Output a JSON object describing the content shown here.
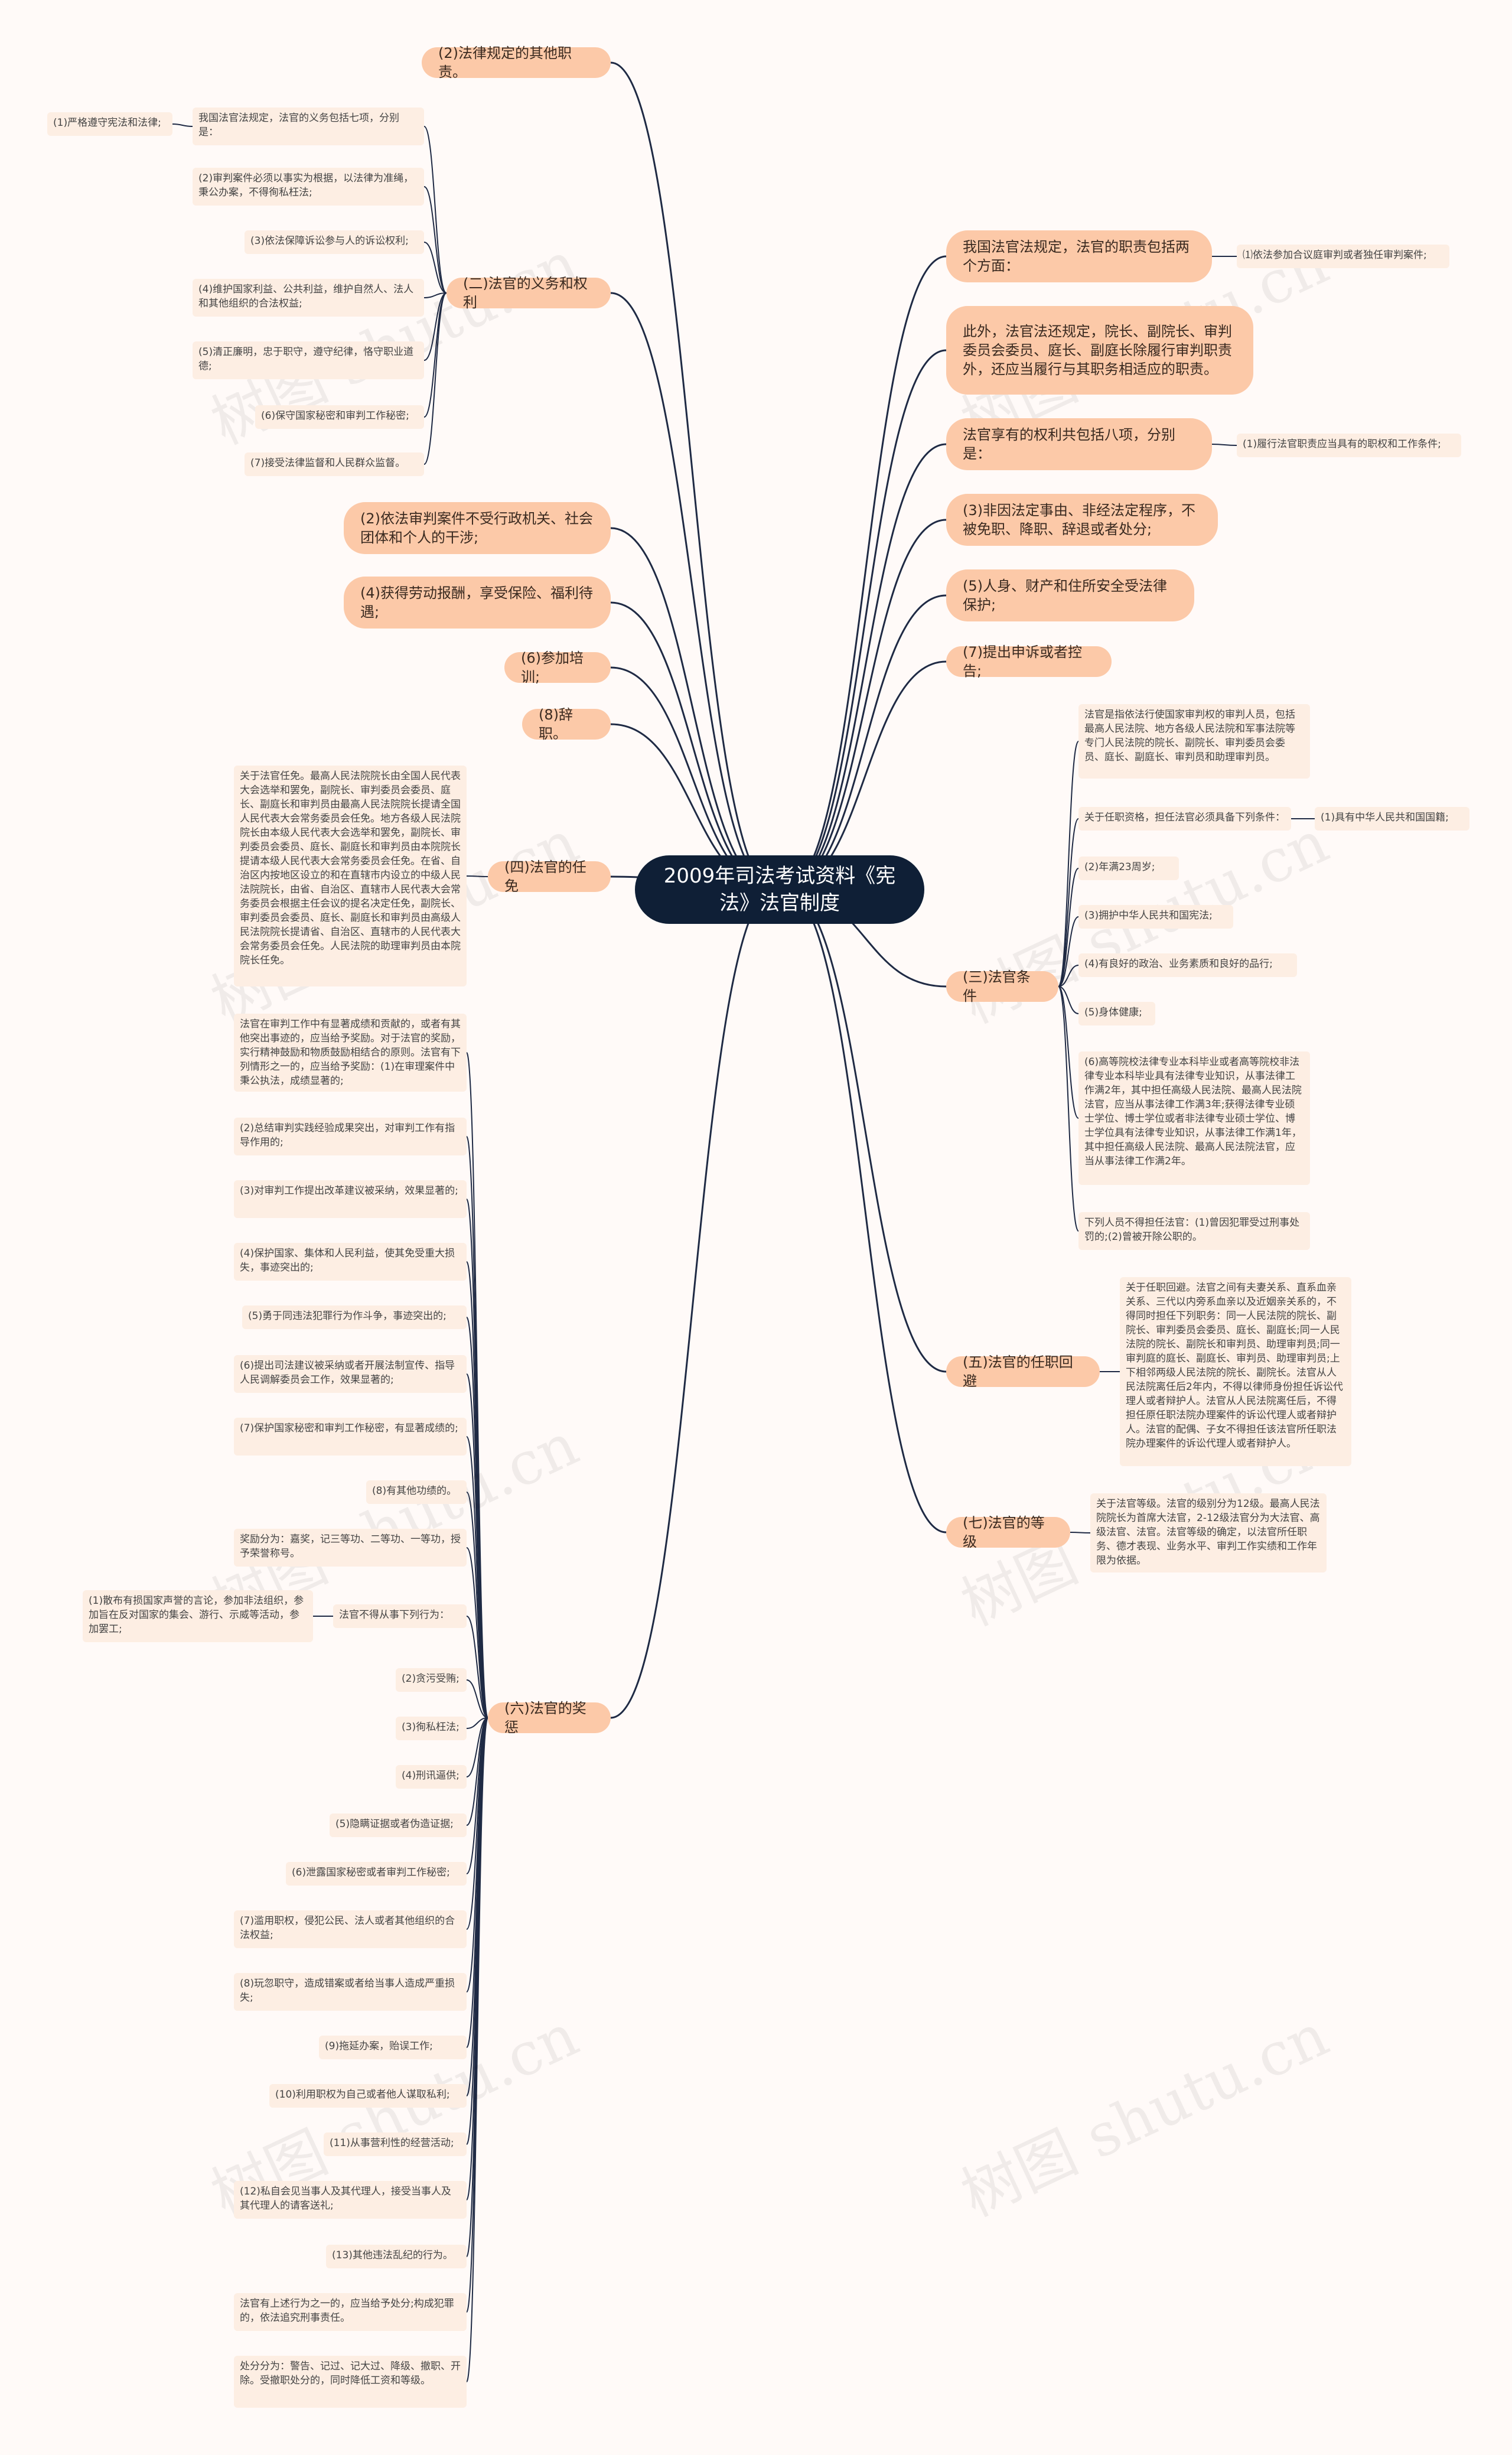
{
  "root": {
    "title": "2009年司法考试资料《宪法》法官制度"
  },
  "right": {
    "duties_intro": "我国法官法规定，法官的职责包括两个方面：",
    "duties_leaf1": "⑴依法参加合议庭审判或者独任审判案件;",
    "duties_extra": "此外，法官法还规定，院长、副院长、审判委员会委员、庭长、副庭长除履行审判职责外，还应当履行与其职务相适应的职责。",
    "rights_intro": "法官享有的权利共包括八项，分别是：",
    "rights_leaf1": "(1)履行法官职责应当具有的职权和工作条件;",
    "rights3": "(3)非因法定事由、非经法定程序，不被免职、降职、辞退或者处分;",
    "rights5": "(5)人身、财产和住所安全受法律保护;",
    "rights7": "(7)提出申诉或者控告;",
    "conditions": {
      "label": "(三)法官条件",
      "intro": "法官是指依法行使国家审判权的审判人员，包括最高人民法院、地方各级人民法院和军事法院等专门人民法院的院长、副院长、审判委员会委员、庭长、副庭长、审判员和助理审判员。",
      "req_intro": "关于任职资格，担任法官必须具备下列条件：",
      "req1": "(1)具有中华人民共和国国籍;",
      "req2": "(2)年满23周岁;",
      "req3": "(3)拥护中华人民共和国宪法;",
      "req4": "(4)有良好的政治、业务素质和良好的品行;",
      "req5": "(5)身体健康;",
      "req6": "(6)高等院校法律专业本科毕业或者高等院校非法律专业本科毕业具有法律专业知识，从事法律工作满2年，其中担任高级人民法院、最高人民法院法官，应当从事法律工作满3年;获得法律专业硕士学位、博士学位或者非法律专业硕士学位、博士学位具有法律专业知识，从事法律工作满1年，其中担任高级人民法院、最高人民法院法官，应当从事法律工作满2年。",
      "exclude": "下列人员不得担任法官：(1)曾因犯罪受过刑事处罚的;(2)曾被开除公职的。"
    },
    "avoidance": {
      "label": "(五)法官的任职回避",
      "text": "关于任职回避。法官之间有夫妻关系、直系血亲关系、三代以内旁系血亲以及近姻亲关系的，不得同时担任下列职务：同一人民法院的院长、副院长、审判委员会委员、庭长、副庭长;同一人民法院的院长、副院长和审判员、助理审判员;同一审判庭的庭长、副庭长、审判员、助理审判员;上下相邻两级人民法院的院长、副院长。法官从人民法院离任后2年内，不得以律师身份担任诉讼代理人或者辩护人。法官从人民法院离任后，不得担任原任职法院办理案件的诉讼代理人或者辩护人。法官的配偶、子女不得担任该法官所任职法院办理案件的诉讼代理人或者辩护人。"
    },
    "grades": {
      "label": "(七)法官的等级",
      "text": "关于法官等级。法官的级别分为12级。最高人民法院院长为首席大法官，2-12级法官分为大法官、高级法官、法官。法官等级的确定，以法官所任职务、德才表现、业务水平、审判工作实绩和工作年限为依据。"
    }
  },
  "left": {
    "other_duties": "(2)法律规定的其他职责。",
    "obligations": {
      "label": "(二)法官的义务和权利",
      "intro": "我国法官法规定，法官的义务包括七项，分别是：",
      "item1": "(1)严格遵守宪法和法律;",
      "item2": "(2)审判案件必须以事实为根据，以法律为准绳，秉公办案，不得徇私枉法;",
      "item3": "(3)依法保障诉讼参与人的诉讼权利;",
      "item4": "(4)维护国家利益、公共利益，维护自然人、法人和其他组织的合法权益;",
      "item5": "(5)清正廉明，忠于职守，遵守纪律，恪守职业道德;",
      "item6": "(6)保守国家秘密和审判工作秘密;",
      "item7": "(7)接受法律监督和人民群众监督。"
    },
    "rights2": "(2)依法审判案件不受行政机关、社会团体和个人的干涉;",
    "rights4": "(4)获得劳动报酬，享受保险、福利待遇;",
    "rights6": "(6)参加培训;",
    "rights8": "(8)辞职。",
    "appointment": {
      "label": "(四)法官的任免",
      "text": "关于法官任免。最高人民法院院长由全国人民代表大会选举和罢免，副院长、审判委员会委员、庭长、副庭长和审判员由最高人民法院院长提请全国人民代表大会常务委员会任免。地方各级人民法院院长由本级人民代表大会选举和罢免，副院长、审判委员会委员、庭长、副庭长和审判员由本院院长提请本级人民代表大会常务委员会任免。在省、自治区内按地区设立的和在直辖市内设立的中级人民法院院长，由省、自治区、直辖市人民代表大会常务委员会根据主任会议的提名决定任免，副院长、审判委员会委员、庭长、副庭长和审判员由高级人民法院院长提请省、自治区、直辖市的人民代表大会常务委员会任免。人民法院的助理审判员由本院院长任免。"
    },
    "rewards": {
      "label": "(六)法官的奖惩",
      "intro": "法官在审判工作中有显著成绩和贡献的，或者有其他突出事迹的，应当给予奖励。对于法官的奖励，实行精神鼓励和物质鼓励相结合的原则。法官有下列情形之一的，应当给予奖励：(1)在审理案件中秉公执法，成绩显著的;",
      "r2": "(2)总结审判实践经验成果突出，对审判工作有指导作用的;",
      "r3": "(3)对审判工作提出改革建议被采纳，效果显著的;",
      "r4": "(4)保护国家、集体和人民利益，使其免受重大损失，事迹突出的;",
      "r5": "(5)勇于同违法犯罪行为作斗争，事迹突出的;",
      "r6": "(6)提出司法建议被采纳或者开展法制宣传、指导人民调解委员会工作，效果显著的;",
      "r7": "(7)保护国家秘密和审判工作秘密，有显著成绩的;",
      "r8": "(8)有其他功绩的。",
      "award_kinds": "奖励分为：嘉奖，记三等功、二等功、一等功，授予荣誉称号。",
      "forbid_intro": "法官不得从事下列行为：",
      "f1": "(1)散布有损国家声誉的言论，参加非法组织，参加旨在反对国家的集会、游行、示威等活动，参加罢工;",
      "f2": "(2)贪污受贿;",
      "f3": "(3)徇私枉法;",
      "f4": "(4)刑讯逼供;",
      "f5": "(5)隐瞒证据或者伪造证据;",
      "f6": "(6)泄露国家秘密或者审判工作秘密;",
      "f7": "(7)滥用职权，侵犯公民、法人或者其他组织的合法权益;",
      "f8": "(8)玩忽职守，造成错案或者给当事人造成严重损失;",
      "f9": "(9)拖延办案，贻误工作;",
      "f10": "(10)利用职权为自己或者他人谋取私利;",
      "f11": "(11)从事营利性的经营活动;",
      "f12": "(12)私自会见当事人及其代理人，接受当事人及其代理人的请客送礼;",
      "f13": "(13)其他违法乱纪的行为。",
      "punish": "法官有上述行为之一的，应当给予处分;构成犯罪的，依法追究刑事责任。",
      "punish_kinds": "处分分为：警告、记过、记大过、降级、撤职、开除。受撤职处分的，同时降低工资和等级。"
    }
  },
  "watermark": "树图 shutu.cn",
  "colors": {
    "root": "#0f1f36",
    "branch": "#fcc9a8",
    "leaf": "#fdeee3",
    "line": "#1f2a44"
  }
}
